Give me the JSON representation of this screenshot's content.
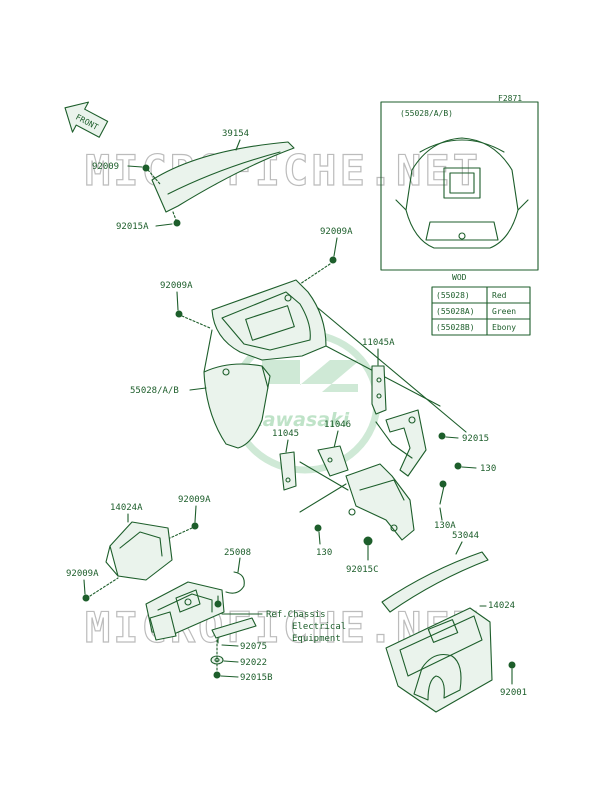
{
  "figure_id": "F2871",
  "front_label": "FRONT",
  "watermark_text": "MICROFICHE.NET",
  "logo_text": "Kawasaki",
  "inset": {
    "title": "(55028/A/B)",
    "sub_label": "WOD"
  },
  "color_table": [
    {
      "code": "(55028)",
      "color": "Red"
    },
    {
      "code": "(55028A)",
      "color": "Green"
    },
    {
      "code": "(55028B)",
      "color": "Ebony"
    }
  ],
  "parts": {
    "p39154": "39154",
    "p92009_top": "92009",
    "p92015A": "92015A",
    "p92009A_1": "92009A",
    "p92009A_2": "92009A",
    "p55028": "55028/A/B",
    "p11045A": "11045A",
    "p11046": "11046",
    "p11045": "11045",
    "p92015": "92015",
    "p130_a": "130",
    "p130A": "130A",
    "p130_b": "130",
    "p92015C": "92015C",
    "p53044": "53044",
    "p14024A": "14024A",
    "p92009A_3": "92009A",
    "p92009A_4": "92009A",
    "p25008": "25008",
    "p92075": "92075",
    "p92022": "92022",
    "p92015B": "92015B",
    "p14024": "14024",
    "p92001": "92001"
  },
  "reference_note": {
    "line1": "Ref.Chassis",
    "line2": "Electrical",
    "line3": "Equipment"
  },
  "colors": {
    "ink": "#1d5e2b",
    "watermark": "#bcbcbc",
    "logo": "#bfe3c8"
  }
}
